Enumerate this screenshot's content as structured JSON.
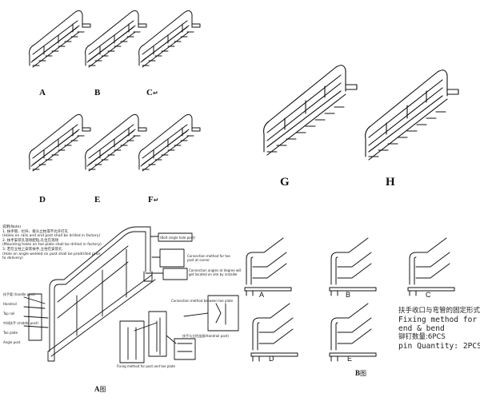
{
  "variants_top": {
    "labels": [
      "A",
      "B",
      "C",
      "D",
      "E",
      "F"
    ],
    "mark": "↵"
  },
  "variants_large": {
    "labels": [
      "G",
      "H"
    ]
  },
  "detail_a": {
    "notes": [
      "说明(Note)",
      "1. 扶手管、栏杆、接头立柱或不允许打孔",
      "(Holes on rails and end post shall be drilled in factory)",
      "2. 扶手安装孔现场配钻,孔位在现场",
      "(Mounting holes on toe plate shall be drilled in factory)",
      "3. 若在立柱上安装扶手,立柱在安装孔",
      "(Hole on angle welded on post shall be predrilled prior",
      "to delivery)"
    ],
    "callouts": [
      "扶手管 (handle post)",
      "Handrail",
      "Top rail",
      "中间扶手 (middle post)",
      "Toe plate",
      "Angle post",
      "(Bolt single hole post)",
      "Connection method for toe post at corner",
      "Connection angles at degree will get located on site by installer",
      "Connection method between toe plate",
      "Fixing method for post and toe plate",
      "扶手与立柱连接(Handrail post)"
    ],
    "caption": "A",
    "caption_suffix": "图"
  },
  "detail_b": {
    "labels": [
      "A",
      "B",
      "C",
      "D",
      "E"
    ],
    "fixing_text": [
      "扶手收口与弯管的固定形式",
      "Fixing method for",
      "end & bend",
      "铆钉数量:6PCS",
      "pin Quantity: 2PCS"
    ],
    "caption": "B",
    "caption_suffix": "图"
  }
}
